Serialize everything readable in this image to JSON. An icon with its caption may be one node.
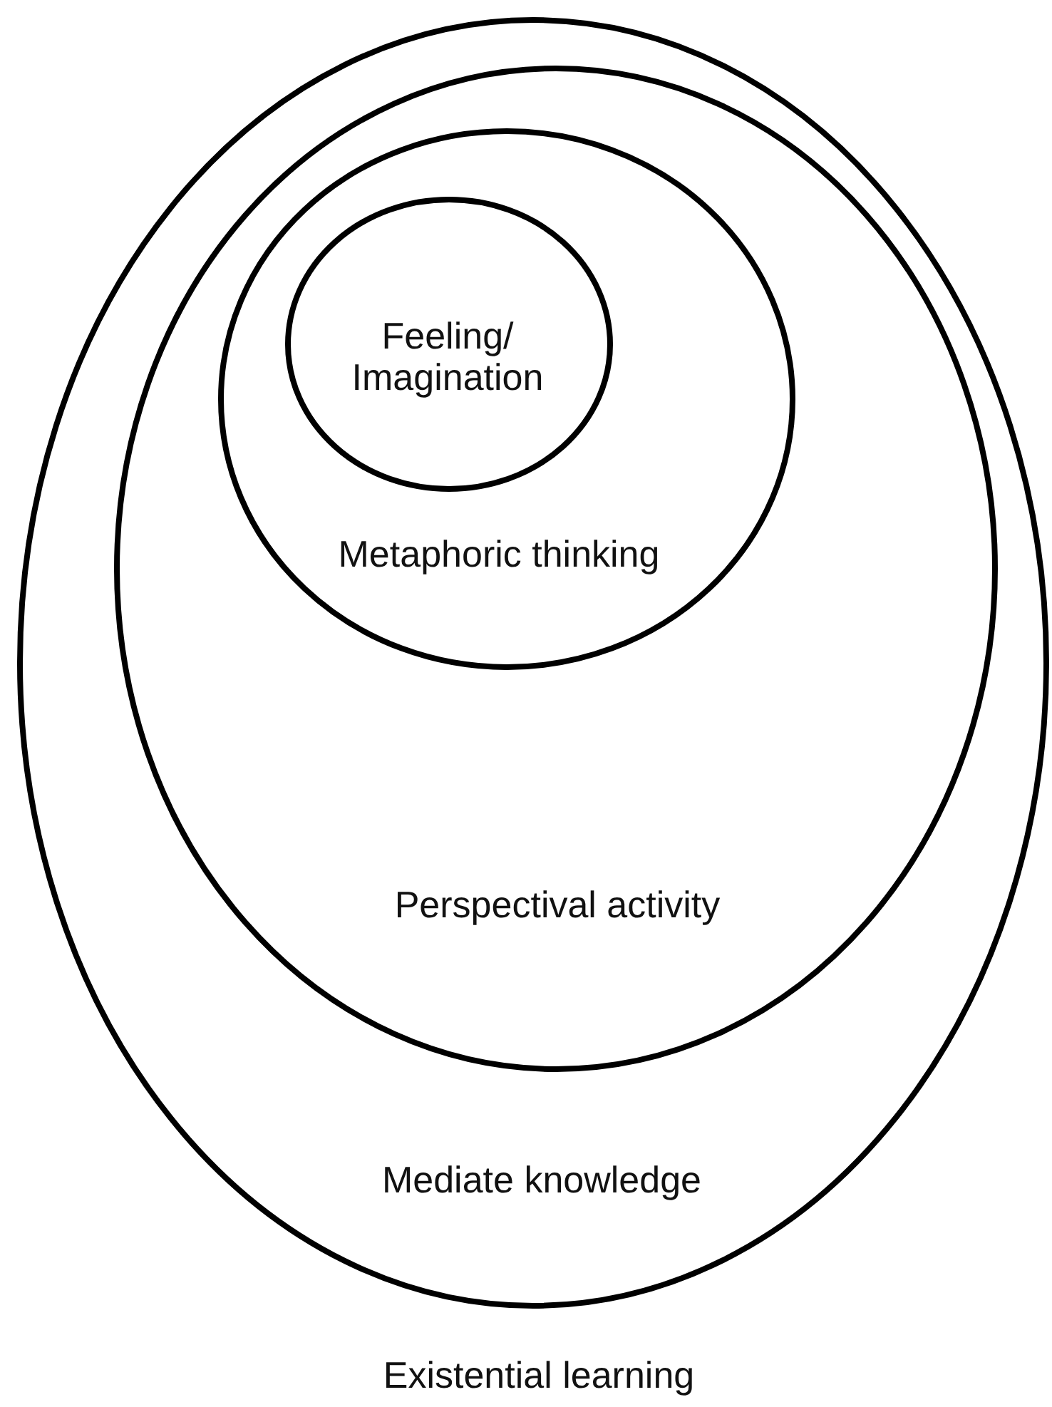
{
  "diagram": {
    "nodes": [
      {
        "text": [
          "Mediate knowledge"
        ]
      },
      {
        "text": [
          "Perspectival activity"
        ],
        "in": 0
      },
      {
        "text": [
          "Metaphoric thinking"
        ],
        "in": 1
      },
      {
        "text": [
          "Feeling/ Imagination"
        ],
        "in": 2
      }
    ],
    "labels": [
      "Existential learning"
    ]
  }
}
